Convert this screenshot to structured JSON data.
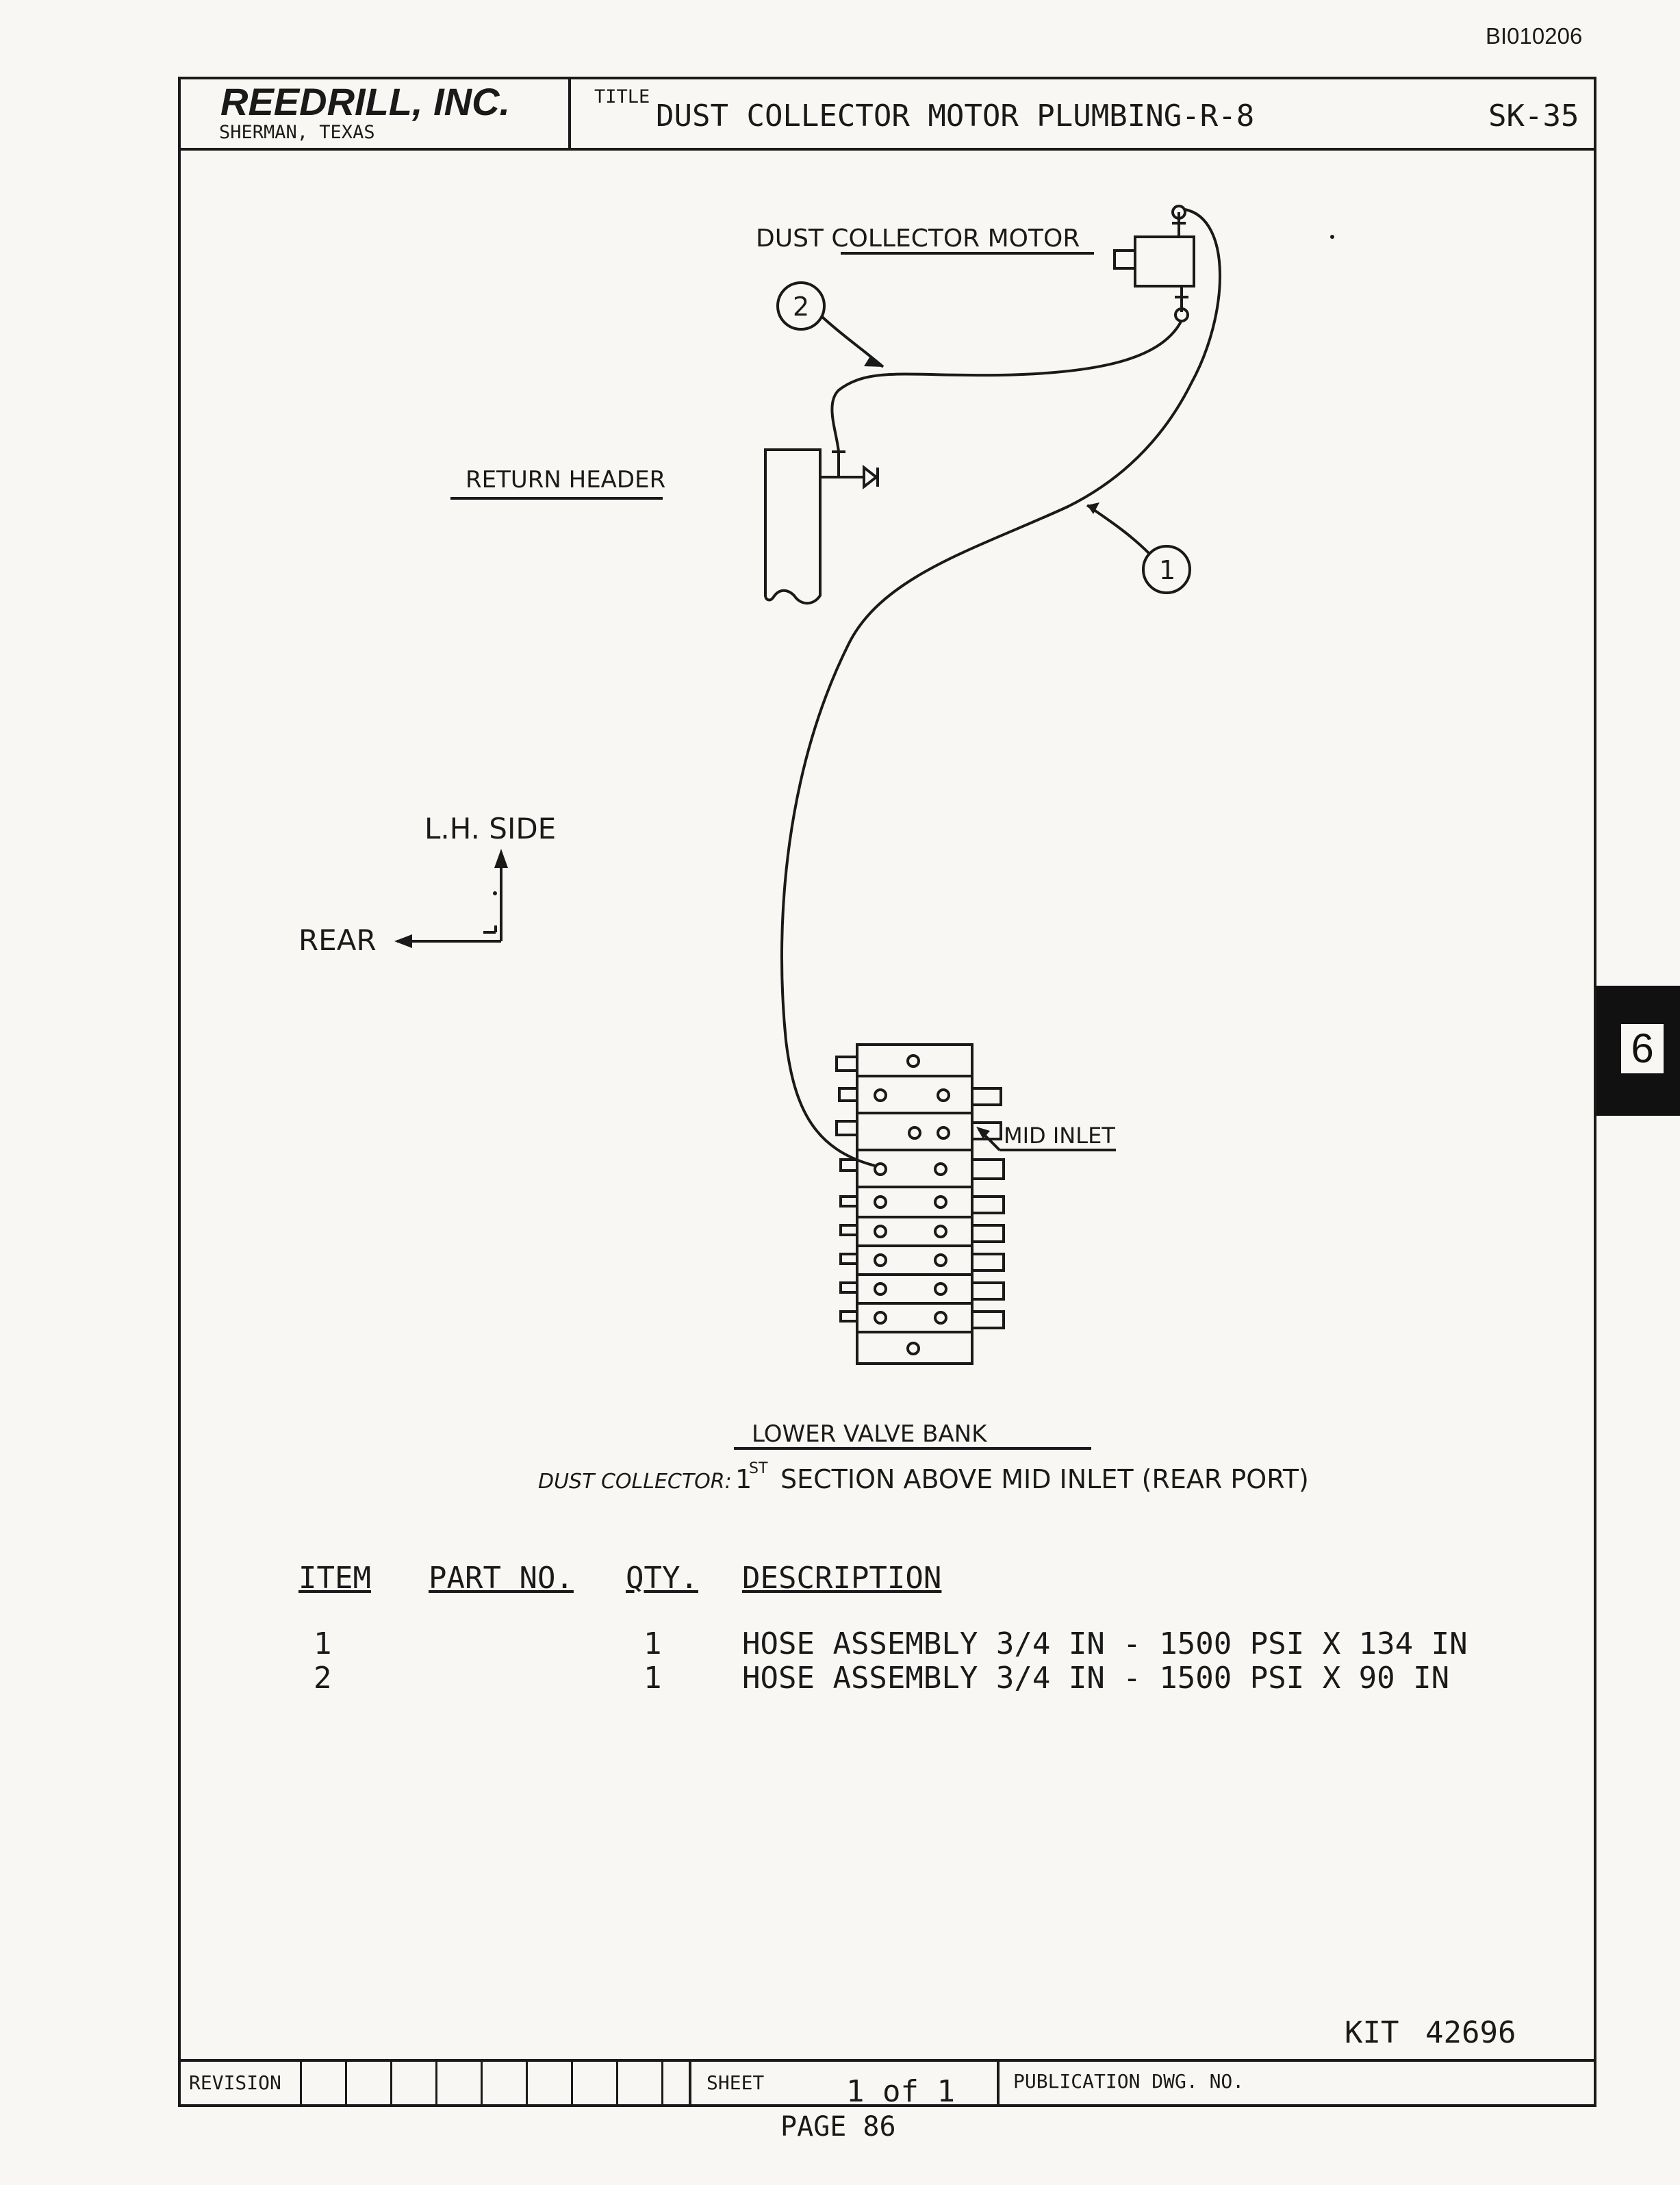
{
  "document_id": "BI010206",
  "header": {
    "company": "REEDRILL, INC.",
    "location": "SHERMAN, TEXAS",
    "title_label": "TITLE",
    "title": "DUST COLLECTOR MOTOR PLUMBING-R-8",
    "sheet_code": "SK-35"
  },
  "diagram": {
    "dust_collector_motor": "DUST COLLECTOR MOTOR",
    "return_header": "RETURN HEADER",
    "callout_1": "1",
    "callout_2": "2",
    "lh_side": "L.H. SIDE",
    "rear": "REAR",
    "mid_inlet": "MID INLET",
    "lower_valve_bank": "LOWER VALVE BANK",
    "note_prefix": "DUST COLLECTOR:",
    "note_sup": "ST",
    "note_num": "1",
    "note_text": "SECTION ABOVE MID INLET (REAR PORT)"
  },
  "parts_table": {
    "headers": [
      "ITEM",
      "PART NO.",
      "QTY.",
      "DESCRIPTION"
    ],
    "rows": [
      {
        "item": "1",
        "part_no": "",
        "qty": "1",
        "description": "HOSE ASSEMBLY 3/4 IN - 1500 PSI X 134 IN"
      },
      {
        "item": "2",
        "part_no": "",
        "qty": "1",
        "description": "HOSE ASSEMBLY 3/4 IN - 1500 PSI X 90 IN"
      }
    ]
  },
  "footer": {
    "kit": "KIT",
    "kit_number": "42696",
    "revision_label": "REVISION",
    "sheet_label": "SHEET",
    "sheet_value": "1 of 1",
    "publication_label": "PUBLICATION DWG. NO.",
    "page": "PAGE 86"
  },
  "tab": "6"
}
